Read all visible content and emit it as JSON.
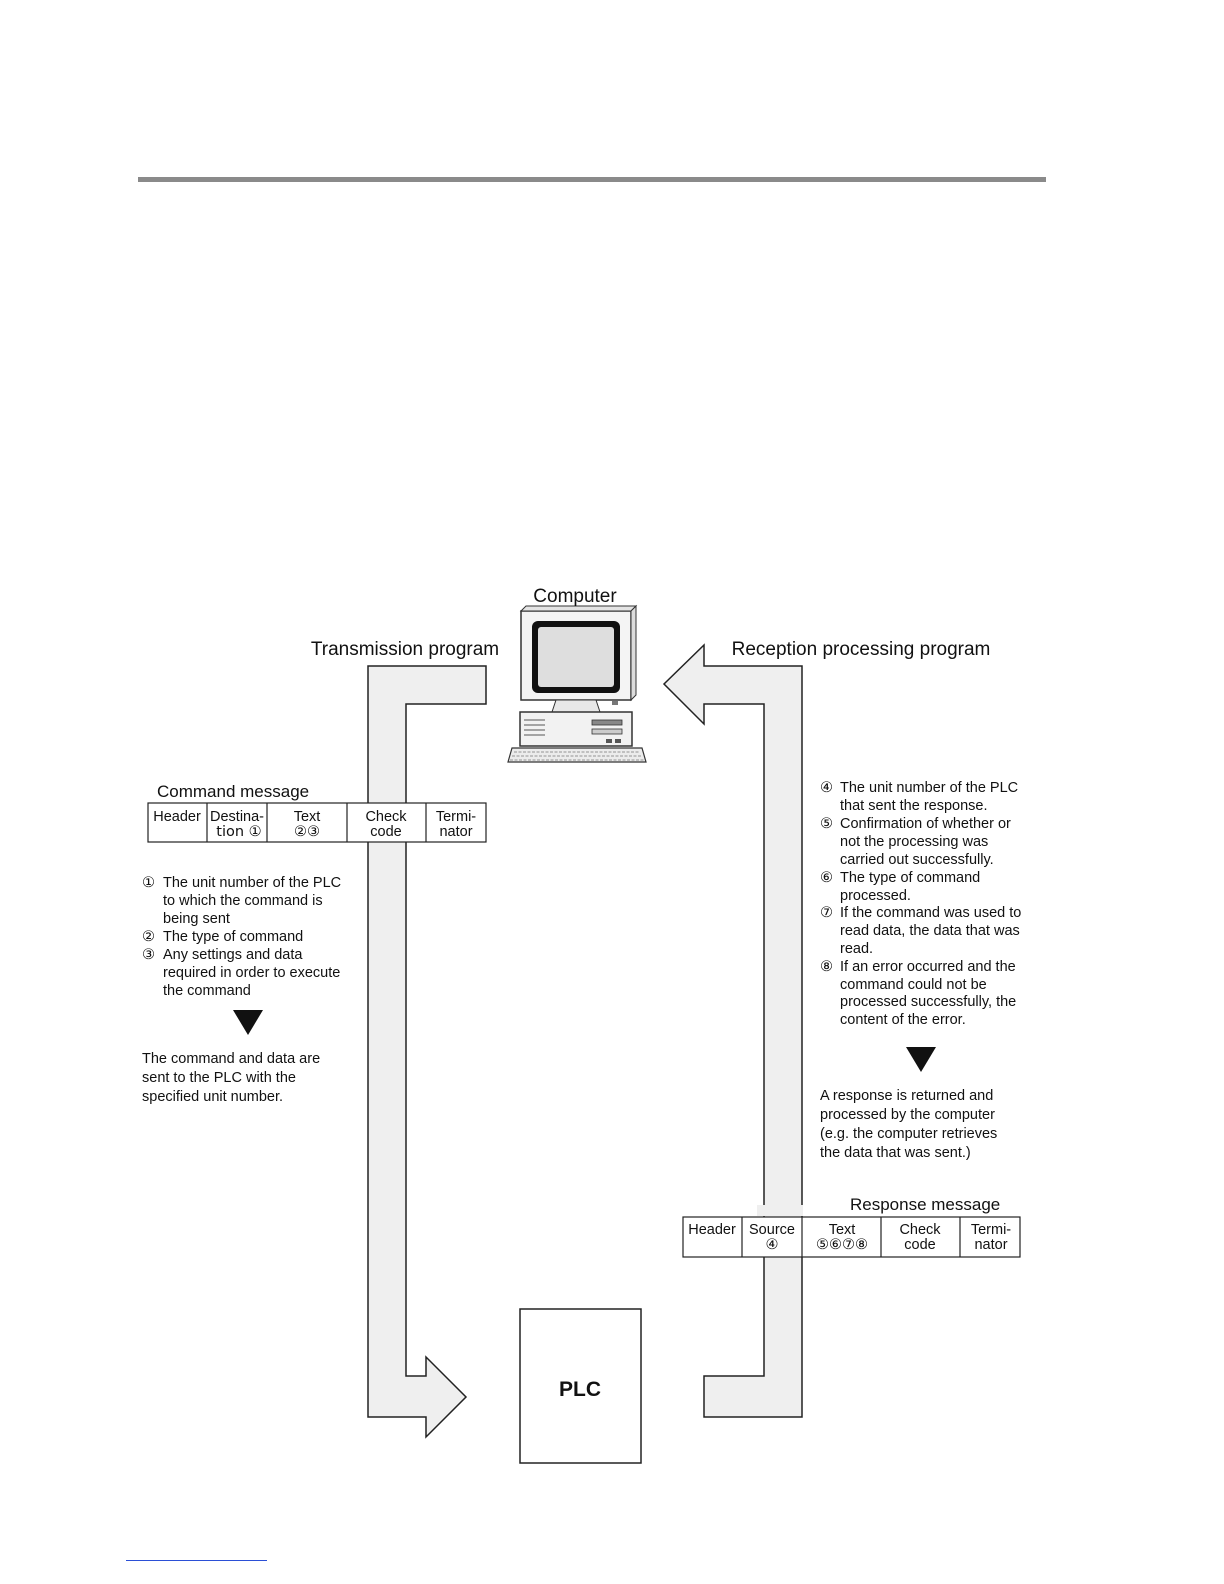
{
  "diagram": {
    "computer_label": "Computer",
    "plc_label": "PLC",
    "transmission_label": "Transmission program",
    "reception_label": "Reception processing program",
    "command_message": {
      "title": "Command message",
      "cells": [
        {
          "line1": "Header",
          "line2": ""
        },
        {
          "line1": "Destina-",
          "line2": "tion ①"
        },
        {
          "line1": "Text",
          "line2": "②③"
        },
        {
          "line1": "Check",
          "line2": "code"
        },
        {
          "line1": "Termi-",
          "line2": "nator"
        }
      ]
    },
    "response_message": {
      "title": "Response message",
      "cells": [
        {
          "line1": "Header",
          "line2": ""
        },
        {
          "line1": "Source",
          "line2": "④"
        },
        {
          "line1": "Text",
          "line2": "⑤⑥⑦⑧"
        },
        {
          "line1": "Check",
          "line2": "code"
        },
        {
          "line1": "Termi-",
          "line2": "nator"
        }
      ]
    },
    "command_notes": [
      {
        "marker": "①",
        "lines": [
          "The unit number of the PLC",
          "to which the command is",
          "being sent"
        ]
      },
      {
        "marker": "②",
        "lines": [
          "The type of command"
        ]
      },
      {
        "marker": "③",
        "lines": [
          "Any settings and data",
          "required in order to execute",
          "the command"
        ]
      }
    ],
    "command_result": [
      "The command and data are",
      "sent to the PLC with the",
      "specified unit number."
    ],
    "response_notes": [
      {
        "marker": "④",
        "lines": [
          "The unit number of the PLC",
          "that sent the response."
        ]
      },
      {
        "marker": "⑤",
        "lines": [
          "Confirmation of whether or",
          "not the processing was",
          "carried out successfully."
        ]
      },
      {
        "marker": "⑥",
        "lines": [
          "The type of command",
          "processed."
        ]
      },
      {
        "marker": "⑦",
        "lines": [
          "If the command was used to",
          "read data, the data that was",
          "read."
        ]
      },
      {
        "marker": "⑧",
        "lines": [
          "If an error occurred and the",
          "command could not be",
          "processed successfully, the",
          "content of the error."
        ]
      }
    ],
    "response_result": [
      "A response is returned and",
      "processed by the computer",
      "(e.g. the computer retrieves",
      "the data that was sent.)"
    ]
  }
}
